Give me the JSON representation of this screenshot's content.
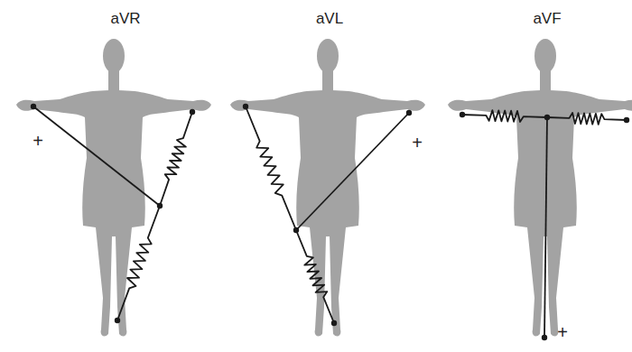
{
  "diagram": {
    "labels": [
      "aVR",
      "aVL",
      "aVF",
      "+",
      "+",
      "+"
    ]
  }
}
